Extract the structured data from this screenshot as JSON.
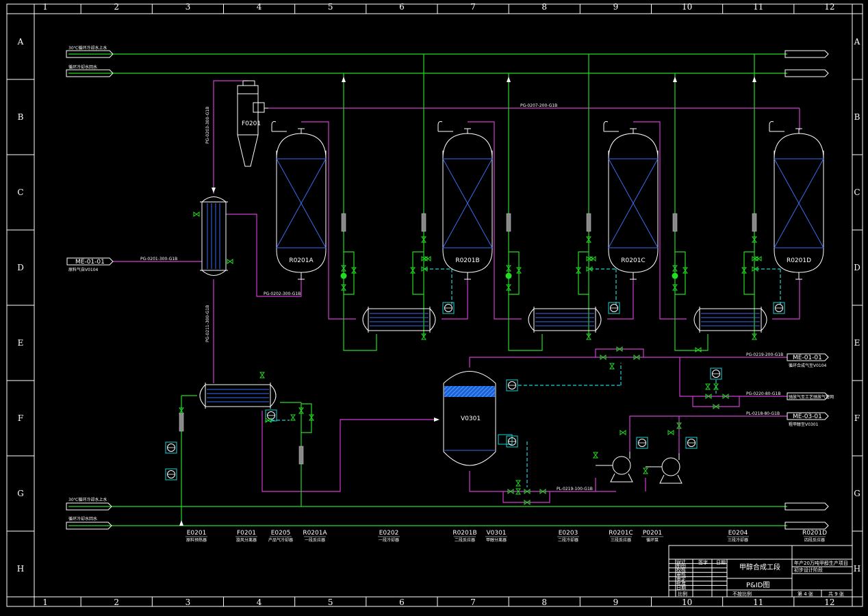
{
  "frame": {
    "columns": [
      "1",
      "2",
      "3",
      "4",
      "5",
      "6",
      "7",
      "8",
      "9",
      "10",
      "11",
      "12"
    ],
    "rows": [
      "A",
      "B",
      "C",
      "D",
      "E",
      "F",
      "G",
      "H"
    ]
  },
  "headers": {
    "top_supply": "30℃循环冷却水上水",
    "top_return": "循环冷却水回水",
    "bottom_supply": "30℃循环冷却水上水",
    "bottom_return": "循环冷却水回水"
  },
  "equipment": {
    "f201": "F0201",
    "r201a": "R0201A",
    "r201b": "R0201B",
    "r201c": "R0201C",
    "r201d": "R0201D",
    "v301": "V0301"
  },
  "lines": {
    "pg_top": "PG-0207-200-G1B",
    "pg_left_vert": "PG-0203-300-G1B",
    "pg_feed": "PG-0201-300-G1B",
    "pg_a_out": "PG-0202-300-G1B",
    "pg_e201": "PG-0211-300-G1B",
    "pl_bottom": "PL-0219-100-G1B",
    "pg_right_top": "PG-0219-200-G1B",
    "pg_right_mid": "PG-0220-80-G1B",
    "pl_right_low": "PL-0218-80-G1B"
  },
  "connectors": {
    "feed_tag": "ME-01-01",
    "feed_desc": "原料气自V0104",
    "out1_tag": "ME-01-01",
    "out1_desc": "循环合成气至V0104",
    "out2_desc": "驰放气至工艺驰放气管网",
    "out3_tag": "ME-03-01",
    "out3_desc": "粗甲醇至V0301"
  },
  "bottom_labels": [
    {
      "tag": "E0201",
      "desc": "原料预热器"
    },
    {
      "tag": "F0201",
      "desc": "旋风分离器"
    },
    {
      "tag": "E0205",
      "desc": "产品气冷却器"
    },
    {
      "tag": "R0201A",
      "desc": "一段反应器"
    },
    {
      "tag": "E0202",
      "desc": "一段冷却器"
    },
    {
      "tag": "R0201B",
      "desc": "二段反应器"
    },
    {
      "tag": "V0301",
      "desc": "甲醇分离器"
    },
    {
      "tag": "E0203",
      "desc": "二段冷却器"
    },
    {
      "tag": "R0201C",
      "desc": "三段反应器"
    },
    {
      "tag": "P0201",
      "desc": "循环泵"
    },
    {
      "tag": "E0204",
      "desc": "三段冷却器"
    },
    {
      "tag": "R0201D",
      "desc": "四段反应器"
    }
  ],
  "title_block": {
    "title1": "甲醇合成工段",
    "title2": "P&ID图",
    "rows": [
      "设计",
      "制图",
      "校核",
      "审核",
      "审定",
      "批准",
      "日期"
    ],
    "h_sign": "签字",
    "h_date": "日期",
    "proj1": "年产20万吨甲醇生产项目",
    "proj2": "初步设计阶段",
    "scale": "比例",
    "unit": "不按比例",
    "sheet": "第 4 张",
    "total": "共 9 张"
  },
  "colors": {
    "green": "#22dd22",
    "magenta": "#d23cd2",
    "cyan": "#1ad3d3",
    "blue": "#3a6cf0",
    "white": "#ffffff"
  }
}
